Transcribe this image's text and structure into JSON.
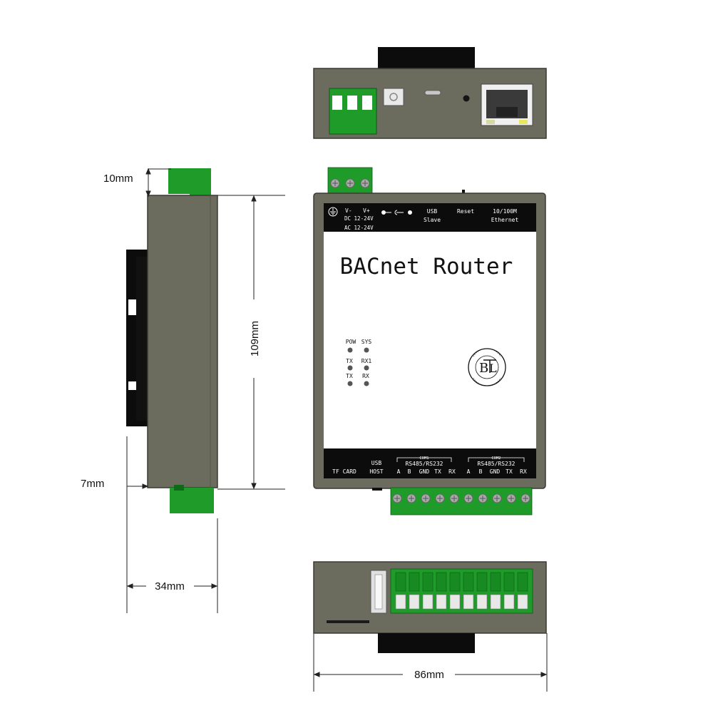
{
  "dimensions": {
    "top_clearance": "10mm",
    "height": "109mm",
    "bottom_clearance": "7mm",
    "depth": "34mm",
    "width": "86mm"
  },
  "front": {
    "title": "BACnet Router",
    "top_bar": {
      "v_minus": "V-",
      "v_plus": "V+",
      "dc": "DC 12-24V",
      "ac": "AC 12-24V",
      "usb": "USB",
      "slave": "Slave",
      "reset": "Reset",
      "eth_speed": "10/100M",
      "ethernet": "Ethernet"
    },
    "leds": [
      {
        "label": "POW"
      },
      {
        "label": "SYS"
      },
      {
        "label": "TX"
      },
      {
        "label": "RX1"
      },
      {
        "label": "TX"
      },
      {
        "label": "RX"
      }
    ],
    "bottom_bar": {
      "tf_card": "TF CARD",
      "usb": "USB",
      "host": "HOST",
      "com1": "COM1",
      "com2": "COM2",
      "rs485_rs232": "RS485/RS232",
      "pins": [
        "A",
        "B",
        "GND",
        "TX",
        "RX"
      ]
    },
    "logo": {
      "text": "BTL",
      "ring_text": "BACnet TESTING LABORATORIES"
    }
  },
  "colors": {
    "housing": "#6b6b5e",
    "housing_light": "#7a7a6c",
    "terminal_green": "#1f9b2a",
    "panel_dark": "#0c0c0c",
    "label_white": "#ffffff"
  }
}
